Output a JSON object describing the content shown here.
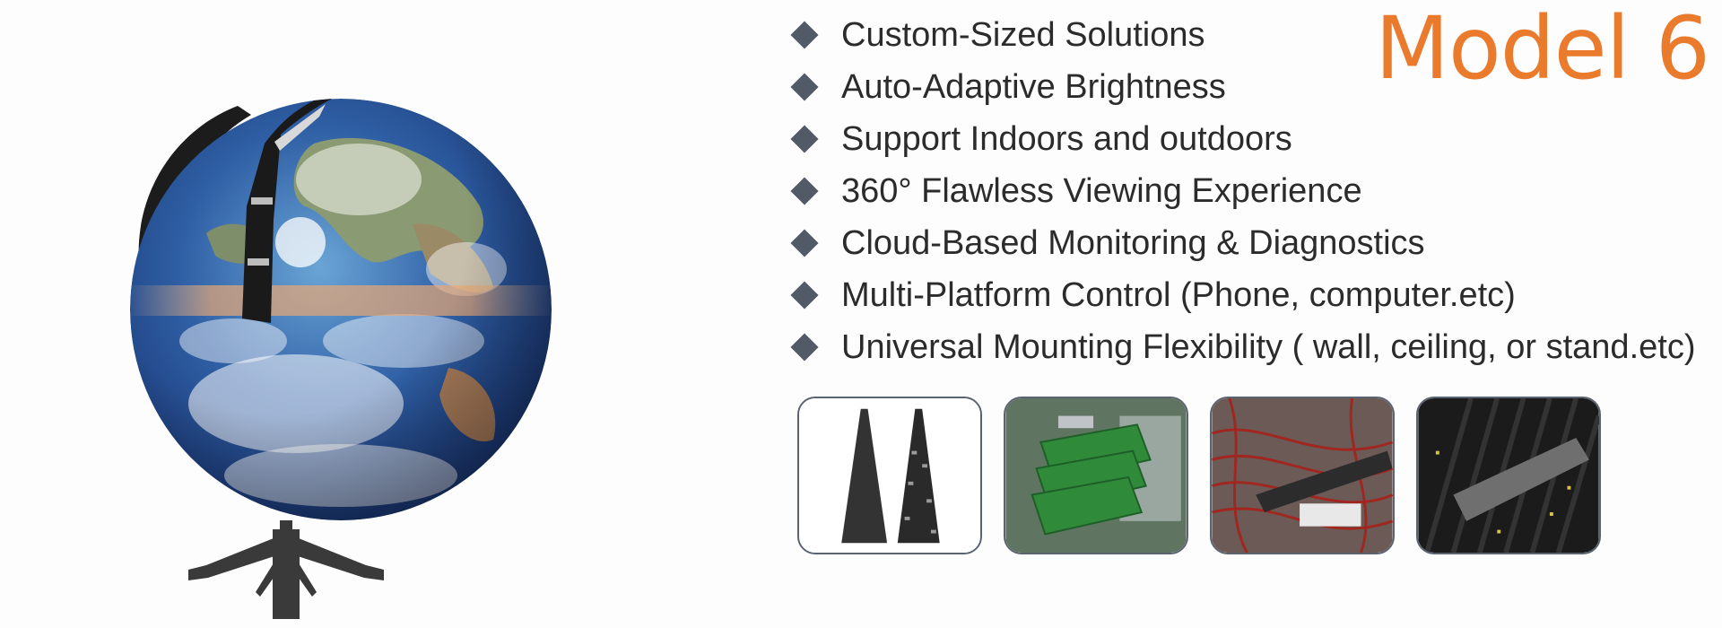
{
  "title": "Model 6",
  "features": [
    "Custom-Sized Solutions",
    "Auto-Adaptive Brightness",
    "Support Indoors and outdoors",
    "360° Flawless Viewing Experience",
    "Cloud-Based Monitoring & Diagnostics",
    "Multi-Platform Control (Phone, computer.etc)",
    "Universal Mounting Flexibility ( wall, ceiling, or stand.etc)"
  ],
  "colors": {
    "title": "#ea7b2d",
    "bullet": "#525a67",
    "thumb_border": "#5b6270",
    "text": "#2b2b2b"
  },
  "icons": {
    "bullet": "diamond-bullet-icon"
  },
  "images": {
    "hero": "spherical-led-globe-display-on-stand",
    "thumbnails": [
      "triangular-led-panel-front-and-back",
      "green-circuit-boards-stack",
      "wiring-and-modules-assembly",
      "black-module-strips-stack"
    ]
  }
}
